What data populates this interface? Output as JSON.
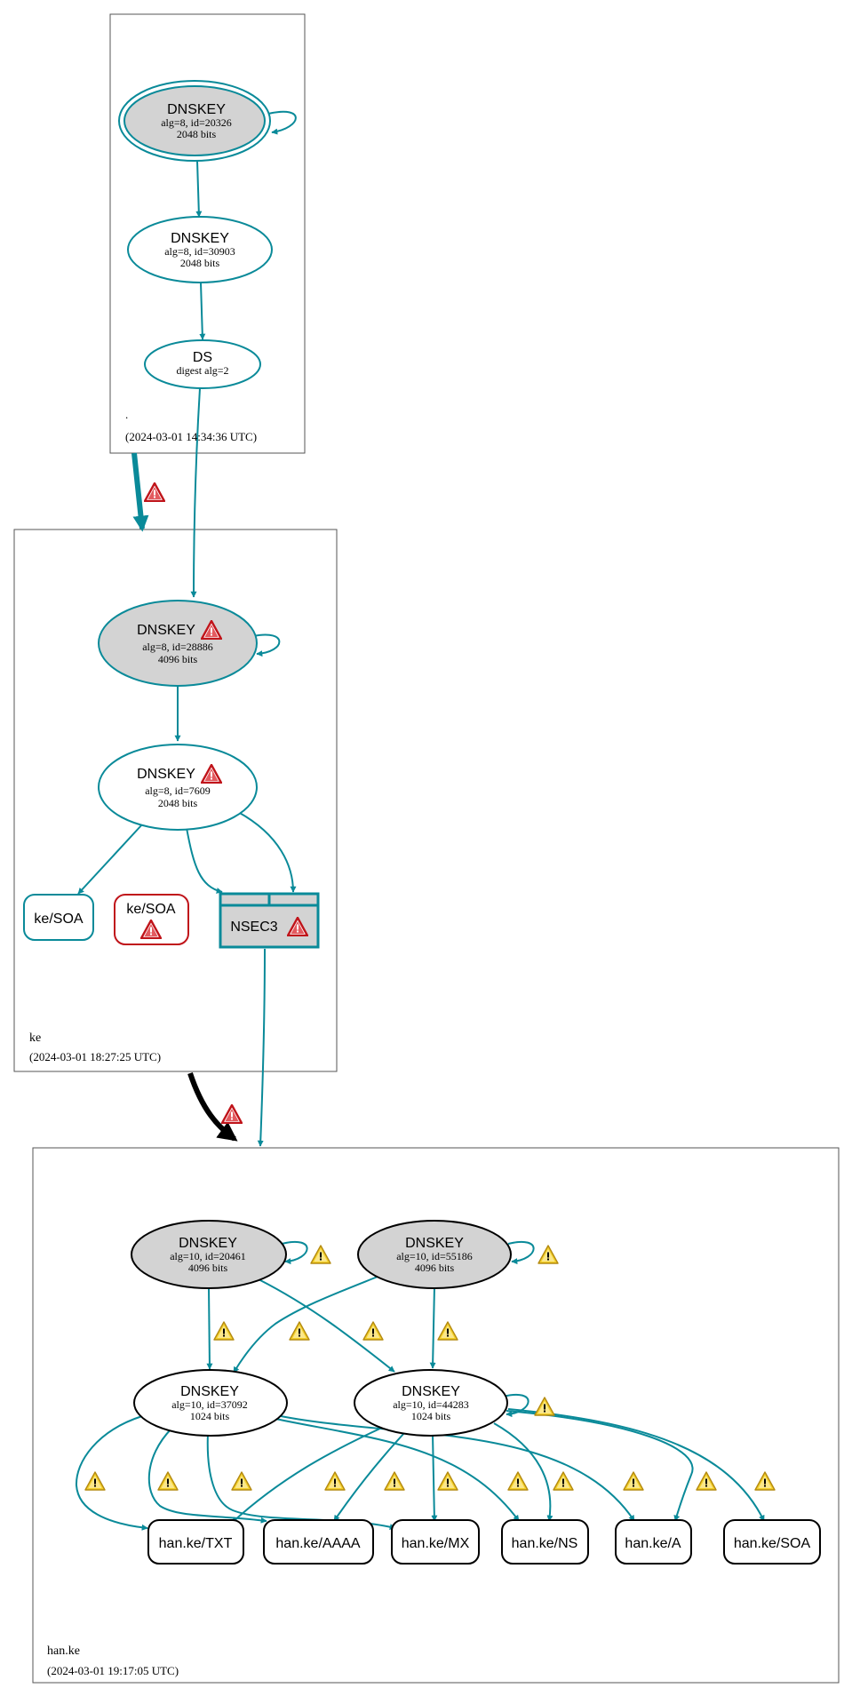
{
  "colors": {
    "teal": "#0a8a99",
    "error_red": "#c0141a",
    "warning_yellow": "#f4d02a",
    "key_fill": "#d3d3d3",
    "zone_border": "#555555",
    "delegation_dark": "#000000"
  },
  "zones": {
    "root": {
      "name": ".",
      "timestamp": "(2024-03-01 14:34:36 UTC)",
      "ksk": {
        "title": "DNSKEY",
        "line1": "alg=8, id=20326",
        "line2": "2048 bits"
      },
      "zsk": {
        "title": "DNSKEY",
        "line1": "alg=8, id=30903",
        "line2": "2048 bits"
      },
      "ds": {
        "title": "DS",
        "line1": "digest alg=2"
      }
    },
    "ke": {
      "name": "ke",
      "timestamp": "(2024-03-01 18:27:25 UTC)",
      "ksk": {
        "title": "DNSKEY",
        "line1": "alg=8, id=28886",
        "line2": "4096 bits",
        "status": "error"
      },
      "zsk": {
        "title": "DNSKEY",
        "line1": "alg=8, id=7609",
        "line2": "2048 bits",
        "status": "error"
      },
      "soa_ok": {
        "label": "ke/SOA"
      },
      "soa_error": {
        "label": "ke/SOA",
        "status": "error"
      },
      "nsec3": {
        "label": "NSEC3",
        "status": "error"
      }
    },
    "han_ke": {
      "name": "han.ke",
      "timestamp": "(2024-03-01 19:17:05 UTC)",
      "ksk1": {
        "title": "DNSKEY",
        "line1": "alg=10, id=20461",
        "line2": "4096 bits"
      },
      "ksk2": {
        "title": "DNSKEY",
        "line1": "alg=10, id=55186",
        "line2": "4096 bits"
      },
      "zsk1": {
        "title": "DNSKEY",
        "line1": "alg=10, id=37092",
        "line2": "1024 bits"
      },
      "zsk2": {
        "title": "DNSKEY",
        "line1": "alg=10, id=44283",
        "line2": "1024 bits"
      },
      "rrsets": [
        "han.ke/TXT",
        "han.ke/AAAA",
        "han.ke/MX",
        "han.ke/NS",
        "han.ke/A",
        "han.ke/SOA"
      ]
    }
  }
}
